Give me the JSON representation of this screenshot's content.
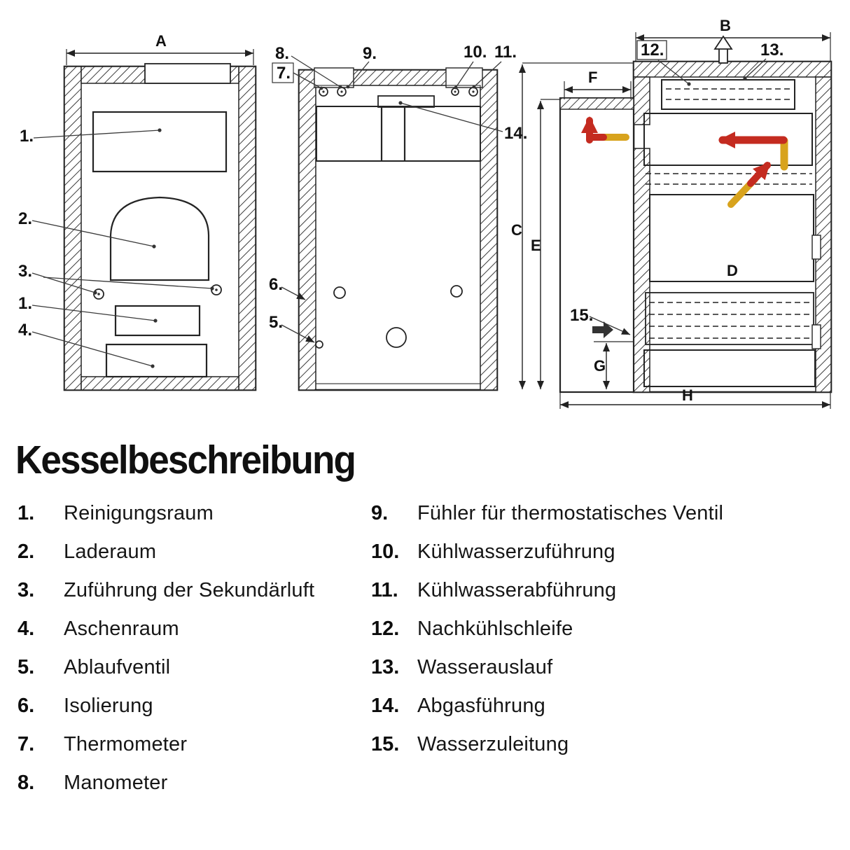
{
  "title": "Kesselbeschreibung",
  "legend": {
    "left": [
      {
        "num": "1.",
        "label": "Reinigungsraum"
      },
      {
        "num": "2.",
        "label": "Laderaum"
      },
      {
        "num": "3.",
        "label": "Zuführung der Sekundärluft"
      },
      {
        "num": "4.",
        "label": "Aschenraum"
      },
      {
        "num": "5.",
        "label": "Ablaufventil"
      },
      {
        "num": "6.",
        "label": "Isolierung"
      },
      {
        "num": "7.",
        "label": "Thermometer"
      },
      {
        "num": "8.",
        "label": "Manometer"
      }
    ],
    "right": [
      {
        "num": "9.",
        "label": "Fühler für thermostatisches Ventil"
      },
      {
        "num": "10.",
        "label": "Kühlwasserzuführung"
      },
      {
        "num": "11.",
        "label": "Kühlwasserabführung"
      },
      {
        "num": "12.",
        "label": "Nachkühlschleife"
      },
      {
        "num": "13.",
        "label": "Wasserauslauf"
      },
      {
        "num": "14.",
        "label": "Abgasführung"
      },
      {
        "num": "15.",
        "label": "Wasserzuleitung"
      }
    ]
  },
  "diagram": {
    "front_view": {
      "dim_a": "A",
      "callouts": [
        "1.",
        "2.",
        "3.",
        "1.",
        "4."
      ]
    },
    "section_view": {
      "callouts": [
        "8.",
        "7.",
        "9.",
        "10.",
        "11.",
        "14.",
        "6.",
        "5."
      ]
    },
    "side_view": {
      "dims": {
        "b": "B",
        "c": "C",
        "d": "D",
        "e": "E",
        "f": "F",
        "g": "G",
        "h": "H"
      },
      "callouts": [
        "12.",
        "13.",
        "15."
      ]
    },
    "colors": {
      "flow_hot": "#c42b20",
      "flow_warm": "#d8a31d",
      "line": "#242424"
    }
  }
}
